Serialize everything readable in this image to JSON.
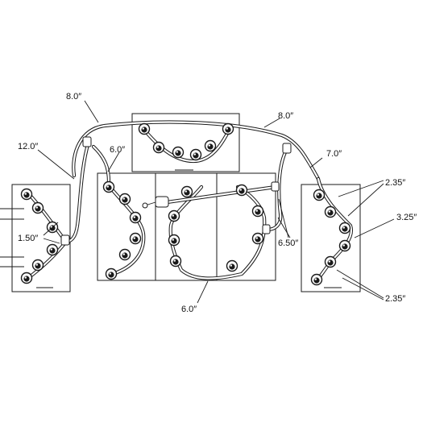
{
  "labels": {
    "top_left_8": "8.0″",
    "top_right_8": "8.0″",
    "left_12": "12.0″",
    "center_left_6": "6.0″",
    "right_7": "7.0″",
    "left_150": "1.50″",
    "center_650": "6.50″",
    "bottom_6": "6.0″",
    "right_235_top": "2.35″",
    "right_325": "3.25″",
    "right_235_bottom": "2.35″"
  },
  "colors": {
    "line": "#1a1a1a",
    "background": "#ffffff"
  },
  "icons": {
    "cell_cap": "battery-cell-cap-icon",
    "connector": "tee-connector-icon",
    "inlet": "water-inlet-icon"
  }
}
